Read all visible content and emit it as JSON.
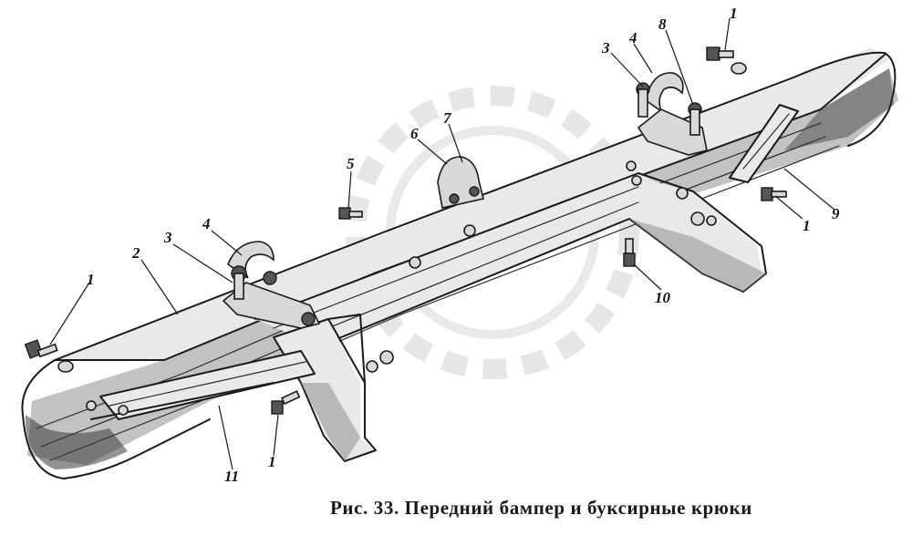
{
  "figure": {
    "caption": "Рис. 33. Передний бампер и буксирные крюки"
  },
  "callouts": [
    {
      "id": "c1a",
      "text": "1"
    },
    {
      "id": "c1b",
      "text": "1"
    },
    {
      "id": "c1c",
      "text": "1"
    },
    {
      "id": "c1d",
      "text": "1"
    },
    {
      "id": "c2",
      "text": "2"
    },
    {
      "id": "c3a",
      "text": "3"
    },
    {
      "id": "c3b",
      "text": "3"
    },
    {
      "id": "c4a",
      "text": "4"
    },
    {
      "id": "c4b",
      "text": "4"
    },
    {
      "id": "c5",
      "text": "5"
    },
    {
      "id": "c6",
      "text": "6"
    },
    {
      "id": "c7",
      "text": "7"
    },
    {
      "id": "c8",
      "text": "8"
    },
    {
      "id": "c9",
      "text": "9"
    },
    {
      "id": "c10",
      "text": "10"
    },
    {
      "id": "c11",
      "text": "11"
    }
  ]
}
